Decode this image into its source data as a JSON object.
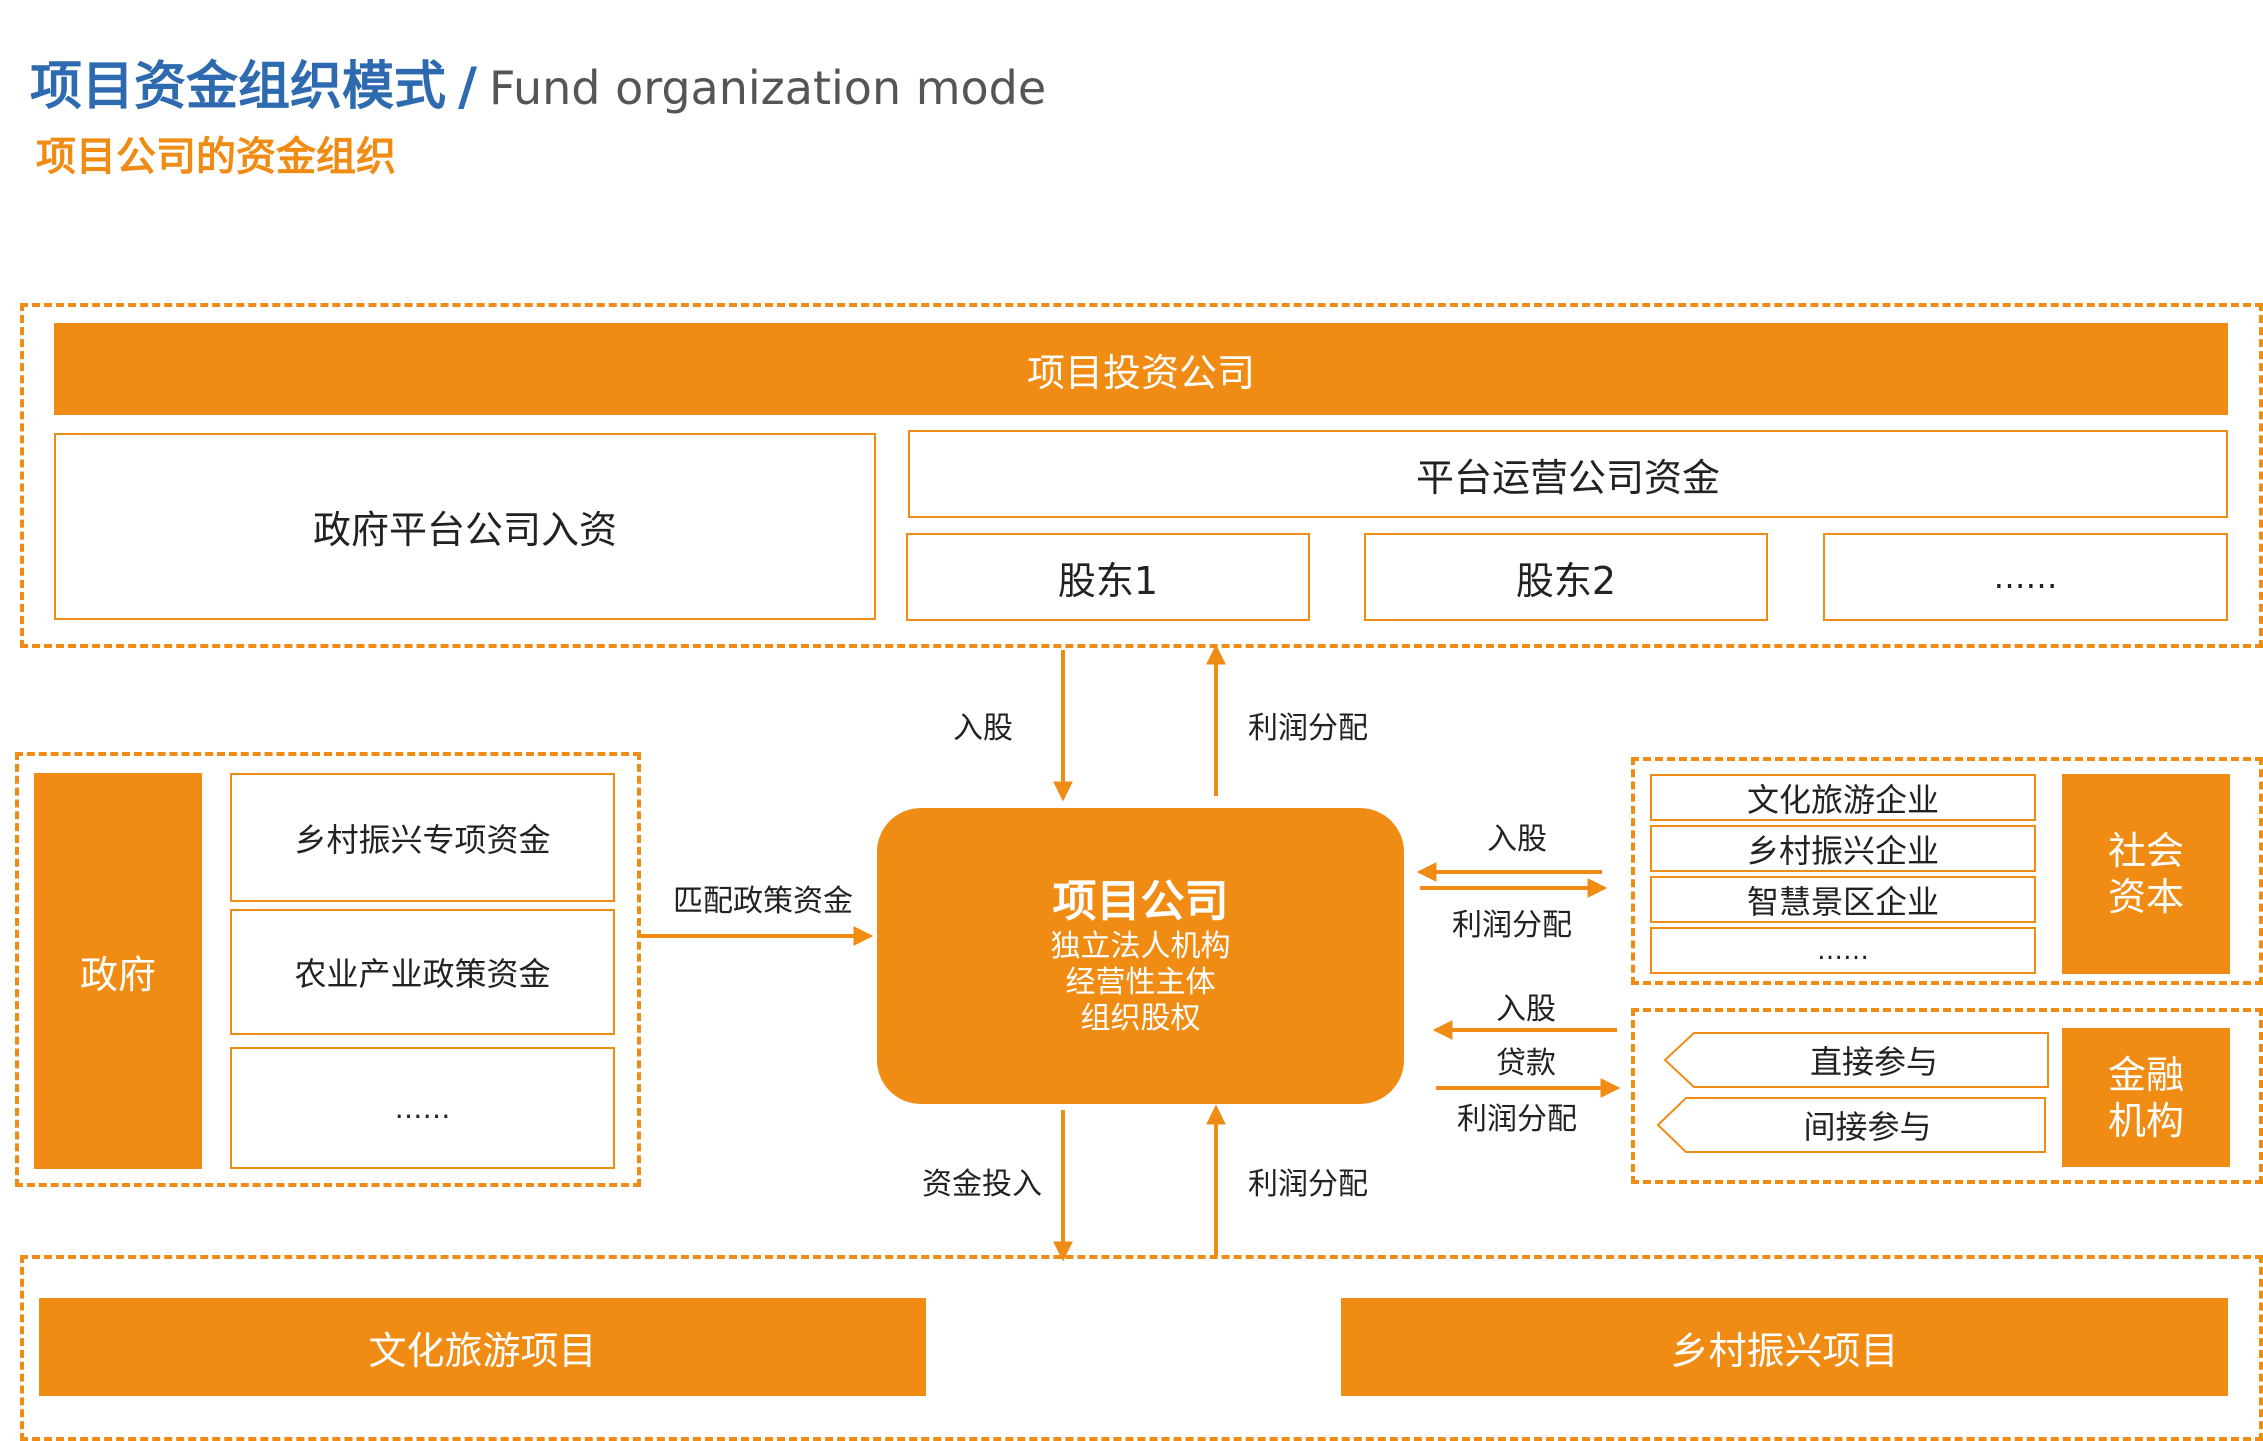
{
  "header": {
    "title_cn": "项目资金组织模式",
    "separator": "/",
    "title_en": "Fund organization mode",
    "subtitle": "项目公司的资金组织"
  },
  "investment_company": {
    "title": "项目投资公司",
    "gov_platform": "政府平台公司入资",
    "platform_operation": "平台运营公司资金",
    "shareholders": [
      "股东1",
      "股东2",
      "……"
    ]
  },
  "government": {
    "label": "政府",
    "funds": [
      "乡村振兴专项资金",
      "农业产业政策资金",
      "……"
    ]
  },
  "project_company": {
    "title": "项目公司",
    "lines": [
      "独立法人机构",
      "经营性主体",
      "组织股权"
    ]
  },
  "social_capital": {
    "label": "社会资本",
    "items": [
      "文化旅游企业",
      "乡村振兴企业",
      "智慧景区企业",
      "……"
    ]
  },
  "financial": {
    "label": "金融机构",
    "items": [
      "直接参与",
      "间接参与"
    ]
  },
  "projects": [
    "文化旅游项目",
    "乡村振兴项目"
  ],
  "flows": {
    "top_in": "入股",
    "top_out": "利润分配",
    "gov_match": "匹配政策资金",
    "social_in": "入股",
    "social_out": "利润分配",
    "fin_in": "入股",
    "fin_loan": "贷款",
    "fin_out": "利润分配",
    "bottom_in": "资金投入",
    "bottom_out": "利润分配"
  },
  "colors": {
    "accent": "#f08c14",
    "title_blue": "#2e6ab0"
  }
}
